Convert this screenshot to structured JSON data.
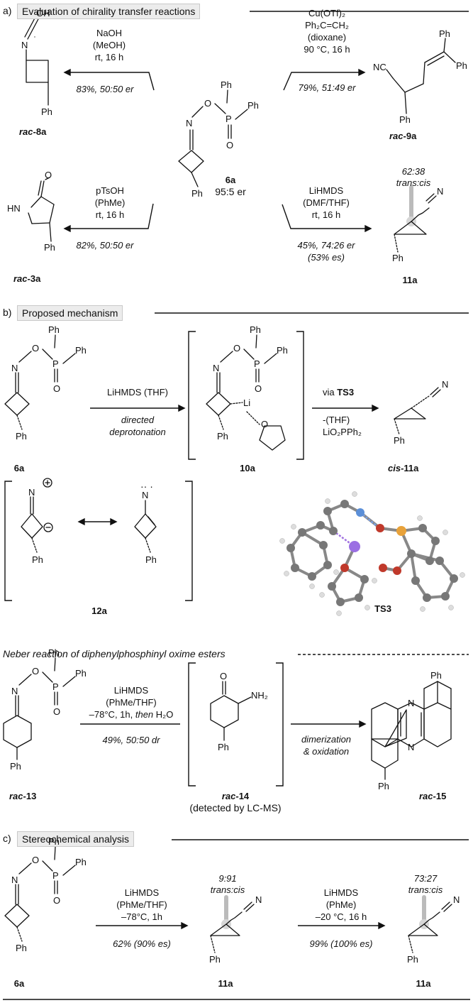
{
  "section_a": {
    "letter": "a)",
    "title": "Evaluation of chirality transfer reactions"
  },
  "section_b": {
    "letter": "b)",
    "title": "Proposed mechanism"
  },
  "section_c": {
    "letter": "c)",
    "title": "Stereochemical analysis"
  },
  "atoms": {
    "O": "O",
    "OH": "OH",
    "N": "N",
    "P": "P",
    "Ph": "Ph",
    "NC": "NC",
    "HN": "HN",
    "Li": "Li",
    "NH2": "NH₂"
  },
  "a": {
    "r1": {
      "reagents": [
        "NaOH",
        "(MeOH)",
        "rt, 16 h"
      ],
      "yield": "83%, 50:50 er",
      "label_prefix": "rac-",
      "label": "8a"
    },
    "r2": {
      "reagents": [
        "Cu(OTf)₂",
        "Ph₂C=CH₂",
        "(dioxane)",
        "90 °C, 16 h"
      ],
      "yield": "79%, 51:49 er",
      "label_prefix": "rac-",
      "label": "9a"
    },
    "r3": {
      "reagents": [
        "pTsOH",
        "(PhMe)",
        "rt, 16 h"
      ],
      "yield": "82%, 50:50 er",
      "label_prefix": "rac-",
      "label": "3a"
    },
    "r4": {
      "reagents": [
        "LiHMDS",
        "(DMF/THF)",
        "rt, 16 h"
      ],
      "yield1": "45%, 74:26 er",
      "yield2": "(53% es)",
      "label": "11a",
      "ratio": "62:38",
      "ratio_label": "trans:cis"
    },
    "center": {
      "label": "6a",
      "er": "95:5 er"
    }
  },
  "b": {
    "reagent": "LiHMDS (THF)",
    "note1": "directed",
    "note2": "deprotonation",
    "via_prefix": "via ",
    "via": "TS3",
    "byproduct1": "-(THF)",
    "byproduct2": "LiO₂PPh₂",
    "sm_label": "6a",
    "int_label": "10a",
    "prod_prefix": "cis-",
    "prod_label": "11a",
    "res_label": "12a",
    "ts_label": "TS3",
    "neber_title": "Neber reaction of diphenylphosphinyl oxime esters",
    "neber_reagents": [
      "LiHMDS",
      "(PhMe/THF)"
    ],
    "neber_cond": "–78°C, 1h, ",
    "neber_then": "then",
    "neber_water": " H₂O",
    "neber_yield": "49%, 50:50 dr",
    "neber_note1": "dimerization",
    "neber_note2": "& oxidation",
    "sm13_prefix": "rac-",
    "sm13": "13",
    "int14_prefix": "rac-",
    "int14": "14",
    "int14_note": "(detected by LC-MS)",
    "p15_prefix": "rac-",
    "p15": "15"
  },
  "c": {
    "step1_reagents": [
      "LiHMDS",
      "(PhMe/THF)",
      "–78°C, 1h"
    ],
    "step1_yield": "62% (90% es)",
    "step2_reagents": [
      "LiHMDS",
      "(PhMe)",
      "–20 °C, 16 h"
    ],
    "step2_yield": "99% (100% es)",
    "ratio1": "9:91",
    "ratio2": "73:27",
    "ratio_label": "trans:cis",
    "sm_label": "6a",
    "p1_label": "11a",
    "p2_label": "11a"
  }
}
